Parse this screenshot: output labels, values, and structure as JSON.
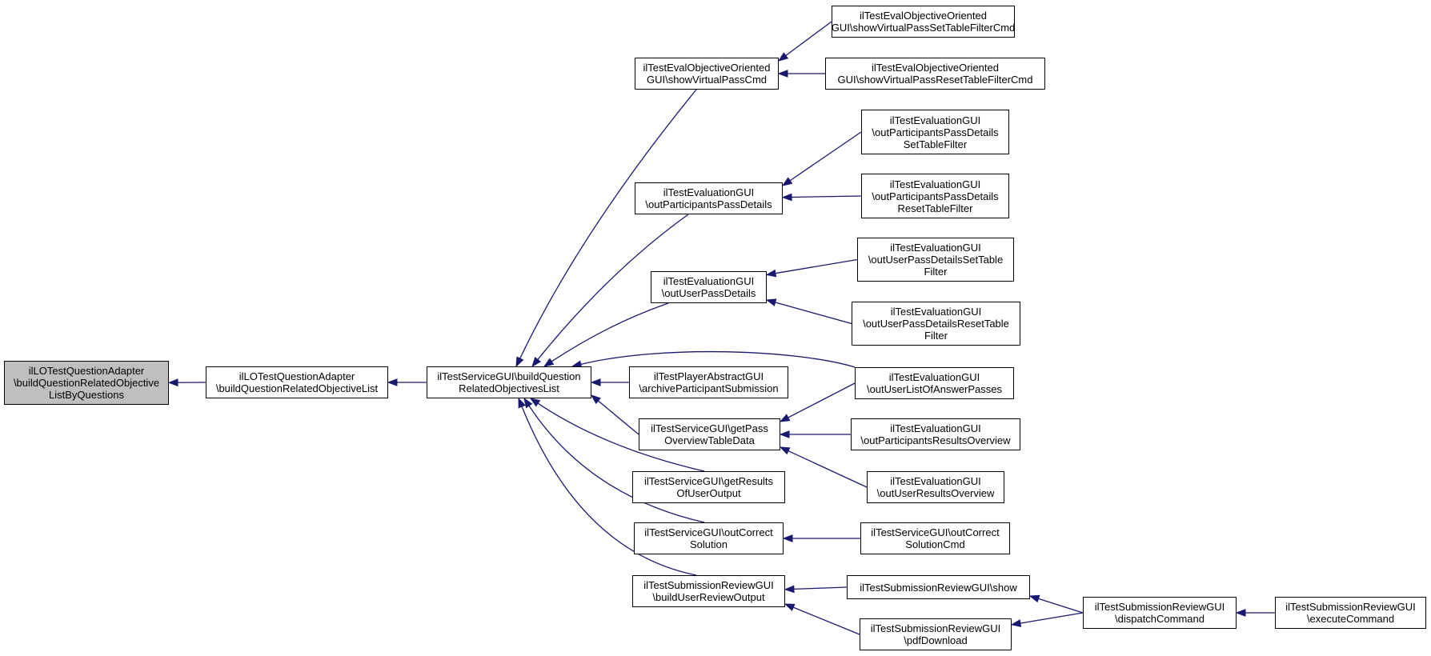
{
  "colors": {
    "edge": "#191970",
    "root_fill": "#bfbfbf",
    "node_fill": "#ffffff",
    "border": "#000000"
  },
  "nodes": [
    {
      "id": "root",
      "lines": [
        "ilLOTestQuestionAdapter",
        "\\buildQuestionRelatedObjective",
        "ListByQuestions"
      ]
    },
    {
      "id": "adapter_list",
      "lines": [
        "ilLOTestQuestionAdapter",
        "\\buildQuestionRelatedObjectiveList"
      ]
    },
    {
      "id": "svc_build",
      "lines": [
        "ilTestServiceGUI\\buildQuestion",
        "RelatedObjectivesList"
      ]
    },
    {
      "id": "eval_virtual",
      "lines": [
        "ilTestEvalObjectiveOriented",
        "GUI\\showVirtualPassCmd"
      ]
    },
    {
      "id": "eval_virtual_set",
      "lines": [
        "ilTestEvalObjectiveOriented",
        "GUI\\showVirtualPassSetTableFilterCmd"
      ]
    },
    {
      "id": "eval_virtual_reset",
      "lines": [
        "ilTestEvalObjectiveOriented",
        "GUI\\showVirtualPassResetTableFilterCmd"
      ]
    },
    {
      "id": "eval_out_part_pass",
      "lines": [
        "ilTestEvaluationGUI",
        "\\outParticipantsPassDetails"
      ]
    },
    {
      "id": "eval_out_part_set",
      "lines": [
        "ilTestEvaluationGUI",
        "\\outParticipantsPassDetails",
        "SetTableFilter"
      ]
    },
    {
      "id": "eval_out_part_reset",
      "lines": [
        "ilTestEvaluationGUI",
        "\\outParticipantsPassDetails",
        "ResetTableFilter"
      ]
    },
    {
      "id": "eval_out_user_pass",
      "lines": [
        "ilTestEvaluationGUI",
        "\\outUserPassDetails"
      ]
    },
    {
      "id": "eval_out_user_set",
      "lines": [
        "ilTestEvaluationGUI",
        "\\outUserPassDetailsSetTable",
        "Filter"
      ]
    },
    {
      "id": "eval_out_user_reset",
      "lines": [
        "ilTestEvaluationGUI",
        "\\outUserPassDetailsResetTable",
        "Filter"
      ]
    },
    {
      "id": "eval_out_list_answer",
      "lines": [
        "ilTestEvaluationGUI",
        "\\outUserListOfAnswerPasses"
      ]
    },
    {
      "id": "player_archive",
      "lines": [
        "ilTestPlayerAbstractGUI",
        "\\archiveParticipantSubmission"
      ]
    },
    {
      "id": "svc_pass_overview",
      "lines": [
        "ilTestServiceGUI\\getPass",
        "OverviewTableData"
      ]
    },
    {
      "id": "eval_part_results",
      "lines": [
        "ilTestEvaluationGUI",
        "\\outParticipantsResultsOverview"
      ]
    },
    {
      "id": "eval_user_results",
      "lines": [
        "ilTestEvaluationGUI",
        "\\outUserResultsOverview"
      ]
    },
    {
      "id": "svc_results_user",
      "lines": [
        "ilTestServiceGUI\\getResults",
        "OfUserOutput"
      ]
    },
    {
      "id": "svc_out_correct",
      "lines": [
        "ilTestServiceGUI\\outCorrect",
        "Solution"
      ]
    },
    {
      "id": "svc_out_correct_cmd",
      "lines": [
        "ilTestServiceGUI\\outCorrect",
        "SolutionCmd"
      ]
    },
    {
      "id": "sub_review_build",
      "lines": [
        "ilTestSubmissionReviewGUI",
        "\\buildUserReviewOutput"
      ]
    },
    {
      "id": "sub_review_show",
      "lines": [
        "ilTestSubmissionReviewGUI\\show"
      ]
    },
    {
      "id": "sub_review_pdf",
      "lines": [
        "ilTestSubmissionReviewGUI",
        "\\pdfDownload"
      ]
    },
    {
      "id": "sub_review_dispatch",
      "lines": [
        "ilTestSubmissionReviewGUI",
        "\\dispatchCommand"
      ]
    },
    {
      "id": "sub_review_execute",
      "lines": [
        "ilTestSubmissionReviewGUI",
        "\\executeCommand"
      ]
    }
  ],
  "edges": [
    {
      "from": "adapter_list",
      "to": "root"
    },
    {
      "from": "svc_build",
      "to": "adapter_list"
    },
    {
      "from": "eval_virtual",
      "to": "svc_build"
    },
    {
      "from": "eval_out_part_pass",
      "to": "svc_build"
    },
    {
      "from": "eval_out_user_pass",
      "to": "svc_build"
    },
    {
      "from": "eval_out_list_answer",
      "to": "svc_build"
    },
    {
      "from": "player_archive",
      "to": "svc_build"
    },
    {
      "from": "svc_pass_overview",
      "to": "svc_build"
    },
    {
      "from": "svc_results_user",
      "to": "svc_build"
    },
    {
      "from": "svc_out_correct",
      "to": "svc_build"
    },
    {
      "from": "sub_review_build",
      "to": "svc_build"
    },
    {
      "from": "eval_virtual_set",
      "to": "eval_virtual"
    },
    {
      "from": "eval_virtual_reset",
      "to": "eval_virtual"
    },
    {
      "from": "eval_out_part_set",
      "to": "eval_out_part_pass"
    },
    {
      "from": "eval_out_part_reset",
      "to": "eval_out_part_pass"
    },
    {
      "from": "eval_out_user_set",
      "to": "eval_out_user_pass"
    },
    {
      "from": "eval_out_user_reset",
      "to": "eval_out_user_pass"
    },
    {
      "from": "eval_out_list_answer",
      "to": "svc_pass_overview"
    },
    {
      "from": "eval_part_results",
      "to": "svc_pass_overview"
    },
    {
      "from": "eval_user_results",
      "to": "svc_pass_overview"
    },
    {
      "from": "svc_out_correct_cmd",
      "to": "svc_out_correct"
    },
    {
      "from": "sub_review_show",
      "to": "sub_review_build"
    },
    {
      "from": "sub_review_pdf",
      "to": "sub_review_build"
    },
    {
      "from": "sub_review_dispatch",
      "to": "sub_review_show"
    },
    {
      "from": "sub_review_dispatch",
      "to": "sub_review_pdf"
    },
    {
      "from": "sub_review_execute",
      "to": "sub_review_dispatch"
    }
  ]
}
